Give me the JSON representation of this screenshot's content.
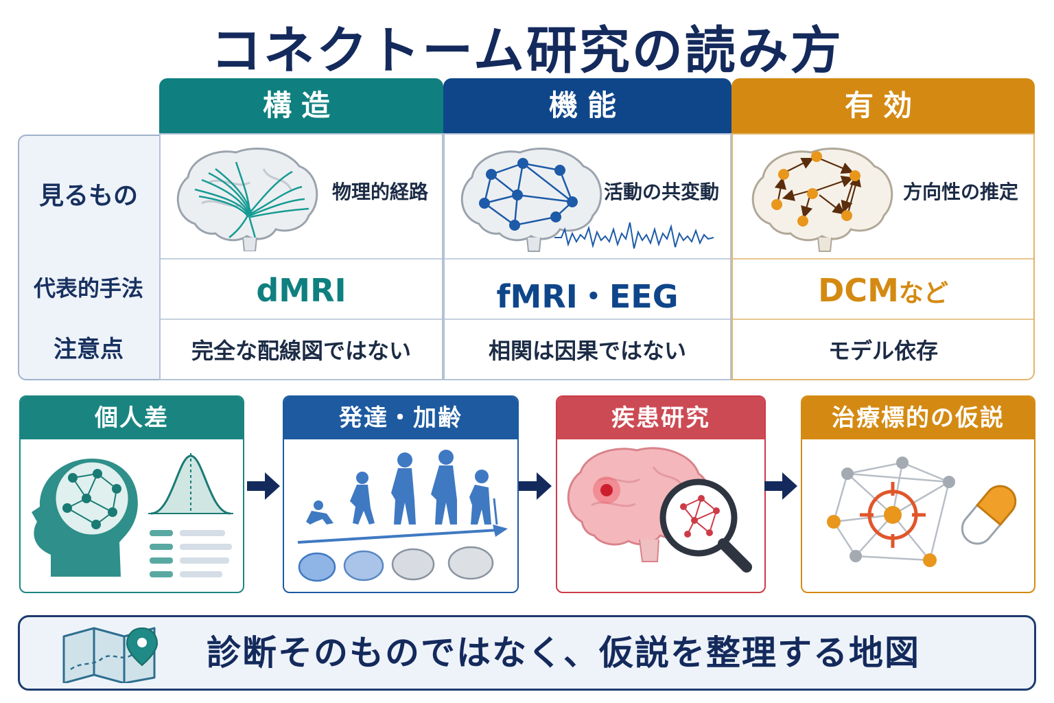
{
  "title": "コネクトーム研究の読み方",
  "row_labels": [
    "見るもの",
    "代表的手法",
    "注意点"
  ],
  "columns": [
    {
      "header": "構造",
      "sees": "物理的経路",
      "method": "dMRI",
      "method_suffix": "",
      "caution": "完全な配線図ではない",
      "color": "#0f7f7f"
    },
    {
      "header": "機能",
      "sees": "活動の共変動",
      "method": "fMRI・EEG",
      "method_suffix": "",
      "caution": "相関は因果ではない",
      "color": "#0f468a"
    },
    {
      "header": "有効",
      "sees": "方向性の推定",
      "method": "DCM",
      "method_suffix": "など",
      "caution": "モデル依存",
      "color": "#d48a12"
    }
  ],
  "cards": [
    {
      "title": "個人差",
      "color": "#1a8580",
      "icon": "head-network-bellcurve-icon"
    },
    {
      "title": "発達・加齢",
      "color": "#1d5aa0",
      "icon": "human-growth-icon"
    },
    {
      "title": "疾患研究",
      "color": "#cc4a54",
      "icon": "brain-magnifier-icon"
    },
    {
      "title": "治療標的の仮説",
      "color": "#d48a12",
      "icon": "target-capsule-icon"
    }
  ],
  "footer": {
    "text": "診断そのものではなく、仮説を整理する地図",
    "icon": "map-pin-icon"
  }
}
